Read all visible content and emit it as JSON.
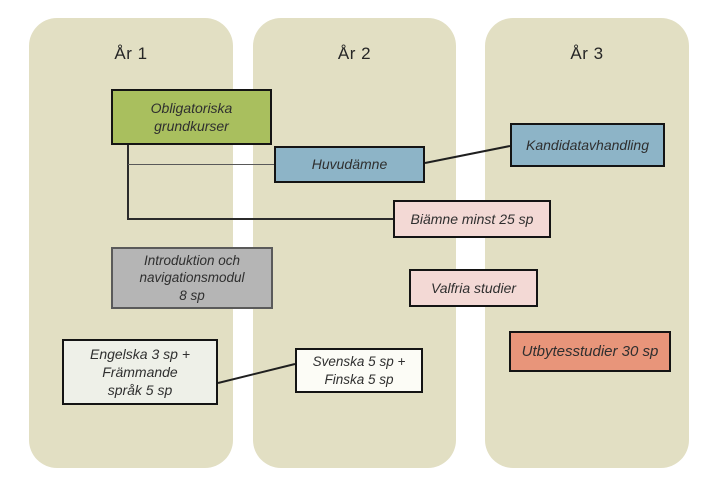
{
  "columns": [
    {
      "label": "År 1"
    },
    {
      "label": "År 2"
    },
    {
      "label": "År 3"
    }
  ],
  "boxes": {
    "obligatoriska": {
      "label": "Obligatoriska\ngrundkurser",
      "fill": "#a9bf5e",
      "border": "#141414"
    },
    "huvudamne": {
      "label": "Huvudämne",
      "fill": "#8db4c7",
      "border": "#141414"
    },
    "kandidatavhandling": {
      "label": "Kandidatavhandling",
      "fill": "#8db4c7",
      "border": "#141414"
    },
    "biamne": {
      "label": "Biämne minst 25 sp",
      "fill": "#f3d9d5",
      "border": "#141414"
    },
    "introduktion": {
      "label": "Introduktion och\nnavigationsmodul\n8 sp",
      "fill": "#b5b5b5",
      "border": "#5a5a5a"
    },
    "valfria": {
      "label": "Valfria studier",
      "fill": "#f3d9d5",
      "border": "#141414"
    },
    "engelska": {
      "label": "Engelska 3 sp +\nFrämmande\nspråk 5 sp",
      "fill": "#eef0e8",
      "border": "#141414"
    },
    "svenska": {
      "label": "Svenska 5 sp +\nFinska 5 sp",
      "fill": "#fcfcf6",
      "border": "#141414"
    },
    "utbytesstudier": {
      "label": "Utbytesstudier 30 sp",
      "fill": "#e8957a",
      "border": "#141414"
    }
  },
  "colors": {
    "background": "#ffffff",
    "column_fill": "#e2dfc3",
    "connector": "#2b2b2b",
    "connector_thin": "#595959"
  }
}
